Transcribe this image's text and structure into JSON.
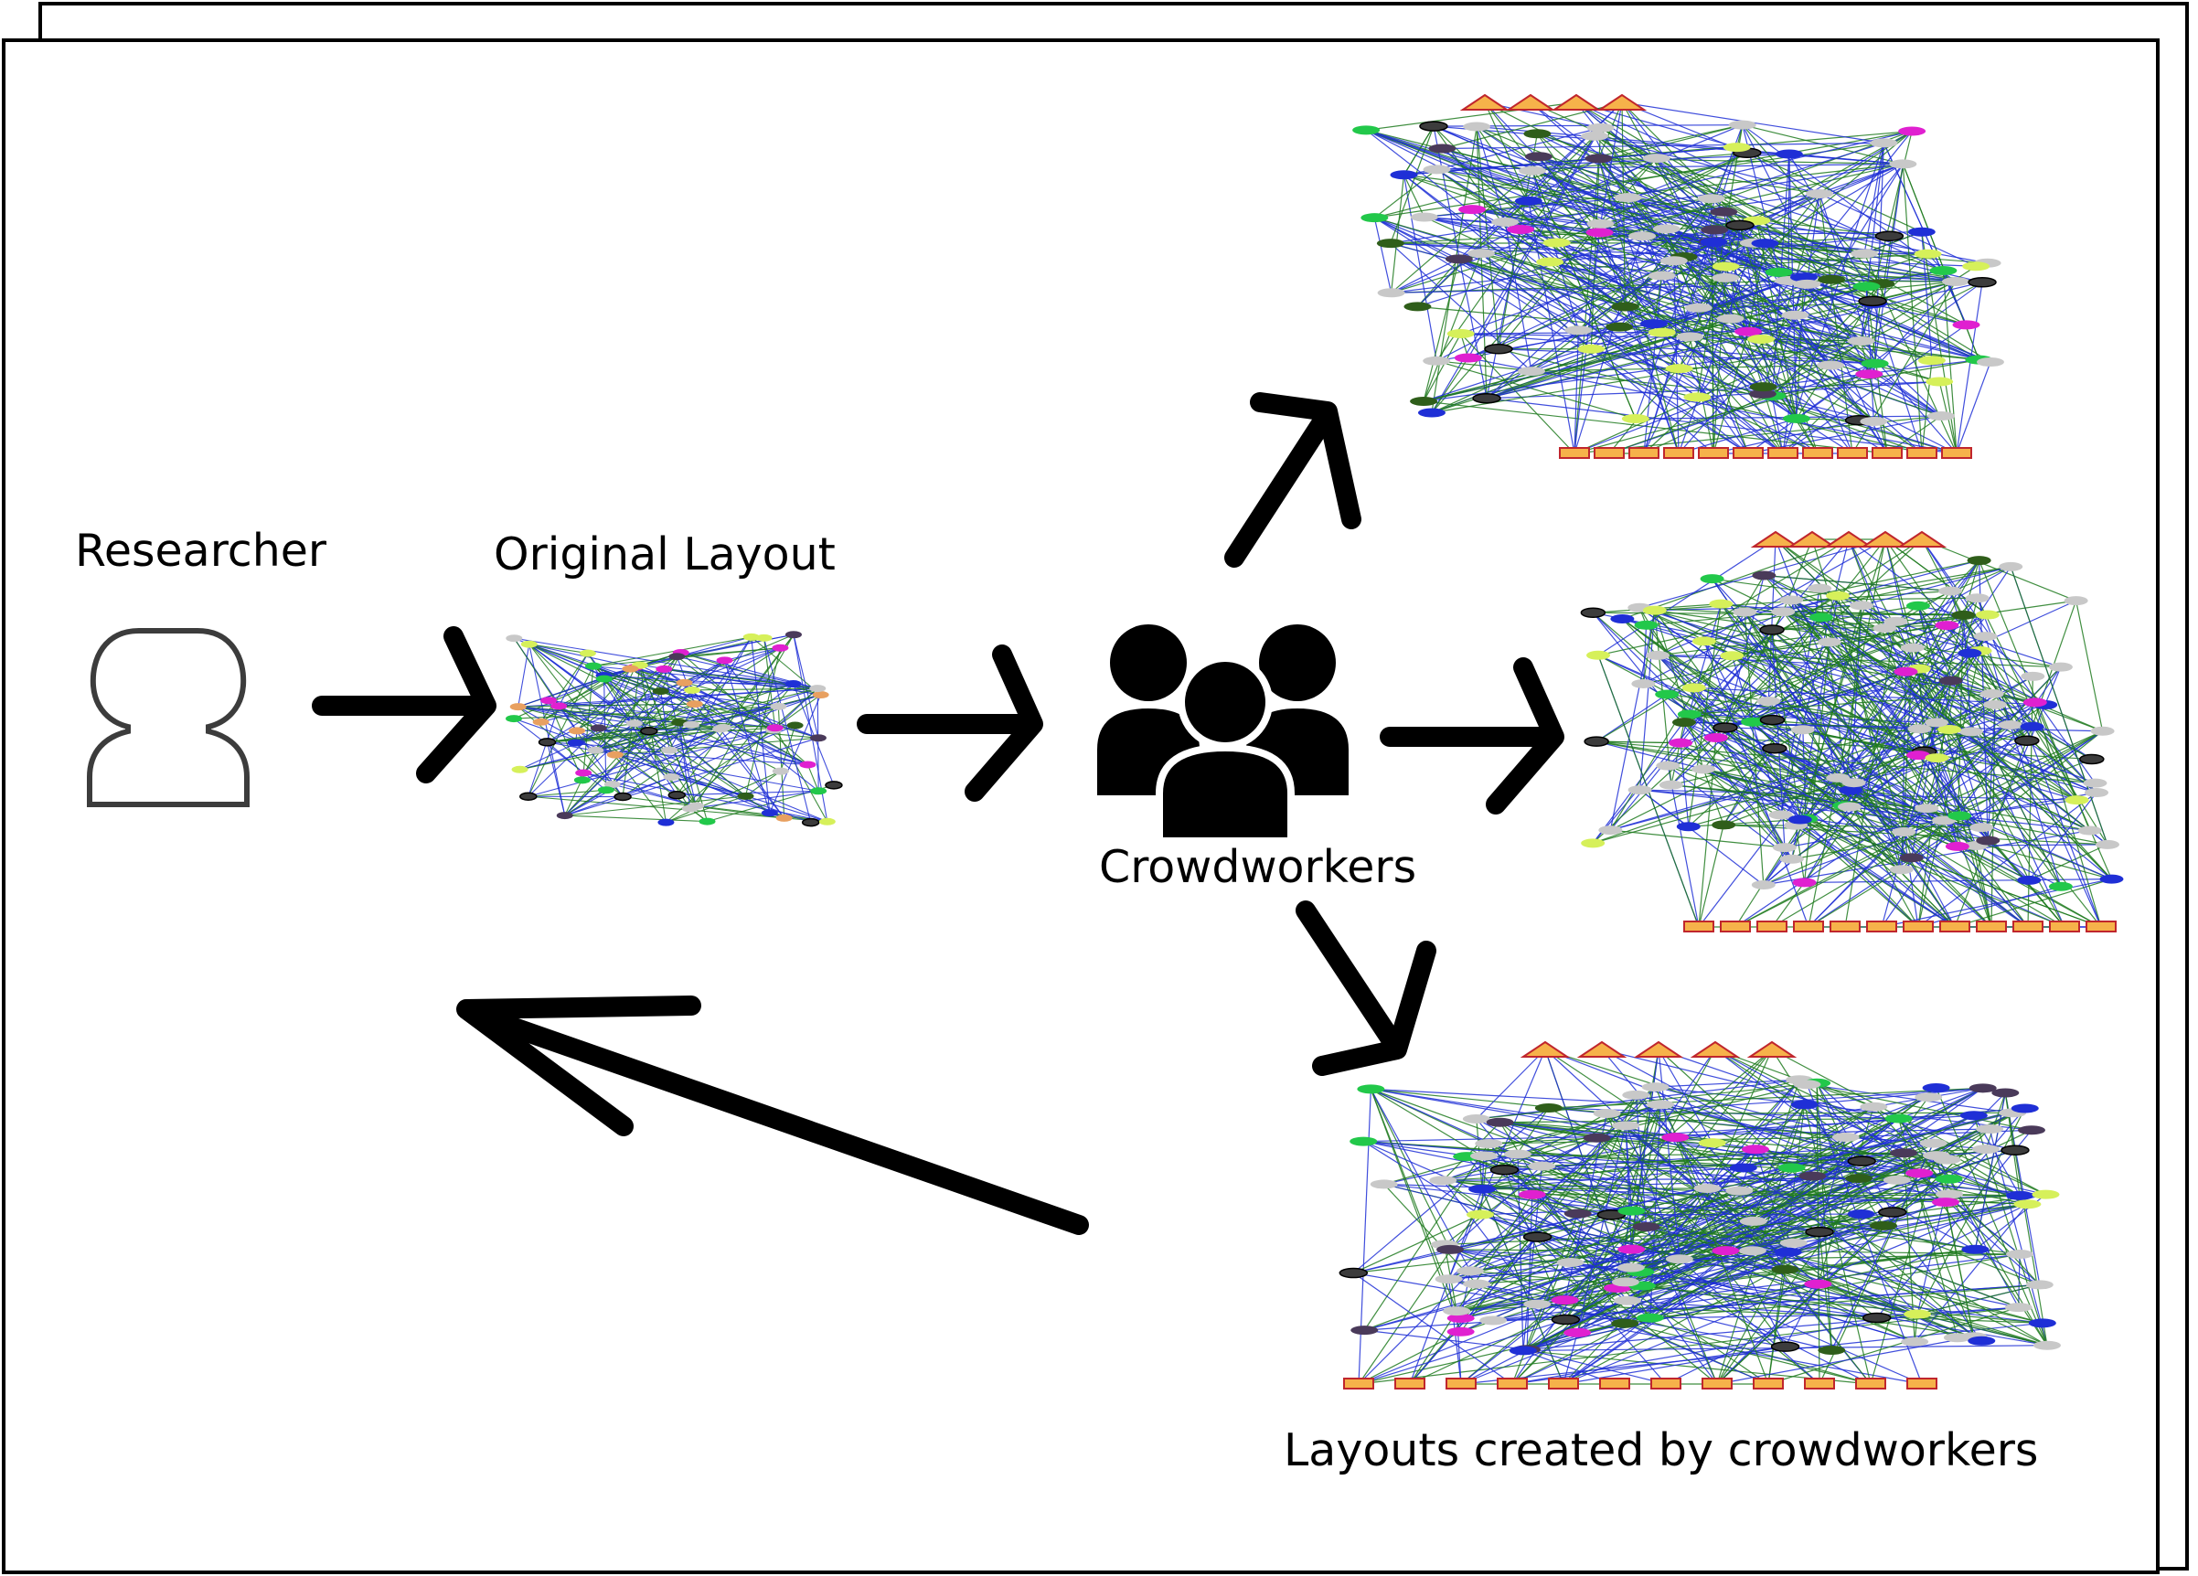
{
  "labels": {
    "researcher": "Researcher",
    "original_layout": "Original Layout",
    "crowdworkers": "Crowdworkers",
    "layouts_created": "Layouts created by crowdworkers"
  },
  "icons": {
    "researcher": "person-outline-icon",
    "crowdworkers": "group-of-people-icon"
  },
  "colors": {
    "edge_green": "#1f7a1f",
    "edge_blue": "#1f2fd6",
    "node_gray": "#c8c8c8",
    "node_green": "#22c84a",
    "node_magenta": "#e020d0",
    "node_dark": "#3c3c3c",
    "node_orange": "#e8a060",
    "node_olive": "#2f5e1a",
    "node_yellow": "#d6f05a",
    "node_purple": "#4a3a5a",
    "box_border": "#c0262d",
    "box_fill": "#f6b24a"
  }
}
